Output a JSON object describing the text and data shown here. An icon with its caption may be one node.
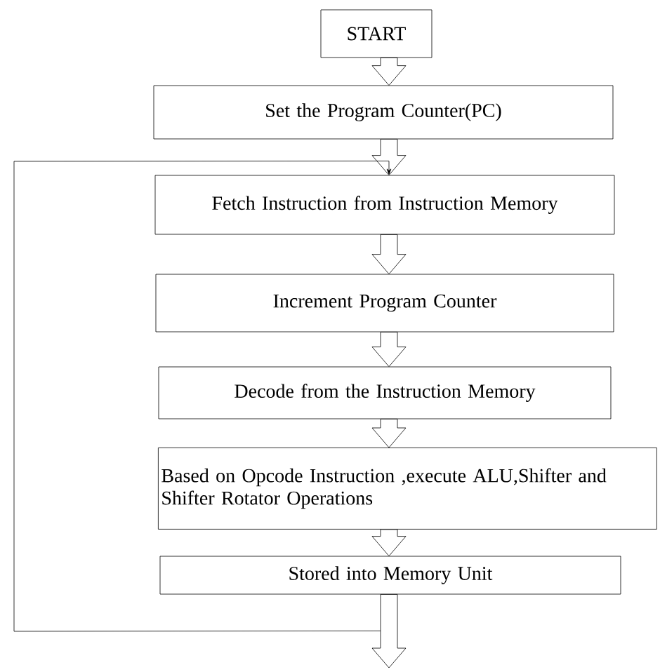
{
  "diagram": {
    "nodes": [
      {
        "text": [
          "START"
        ]
      },
      {
        "text": [
          "Set the Program Counter(PC)"
        ]
      },
      {
        "text": [
          "Fetch Instruction from Instruction Memory"
        ]
      },
      {
        "text": [
          "Increment Program Counter"
        ]
      },
      {
        "text": [
          "Decode from the Instruction Memory"
        ]
      },
      {
        "text": [
          "Based on Opcode Instruction ,execute ALU,Shifter and Shifter Rotator Operations"
        ]
      },
      {
        "text": [
          "Stored into Memory Unit"
        ]
      }
    ],
    "edges": [
      {
        "from": 0,
        "to": 1,
        "arrow": "to"
      },
      {
        "from": 1,
        "to": 2,
        "arrow": "to"
      },
      {
        "from": 2,
        "to": 3,
        "arrow": "to"
      },
      {
        "from": 3,
        "to": 4,
        "arrow": "to"
      },
      {
        "from": 4,
        "to": 5,
        "arrow": "to"
      },
      {
        "from": 5,
        "to": 6,
        "arrow": "to"
      },
      {
        "from": 6,
        "to": null,
        "arrow": "to"
      },
      {
        "from": 6,
        "to": 2,
        "arrow": "to"
      }
    ]
  }
}
